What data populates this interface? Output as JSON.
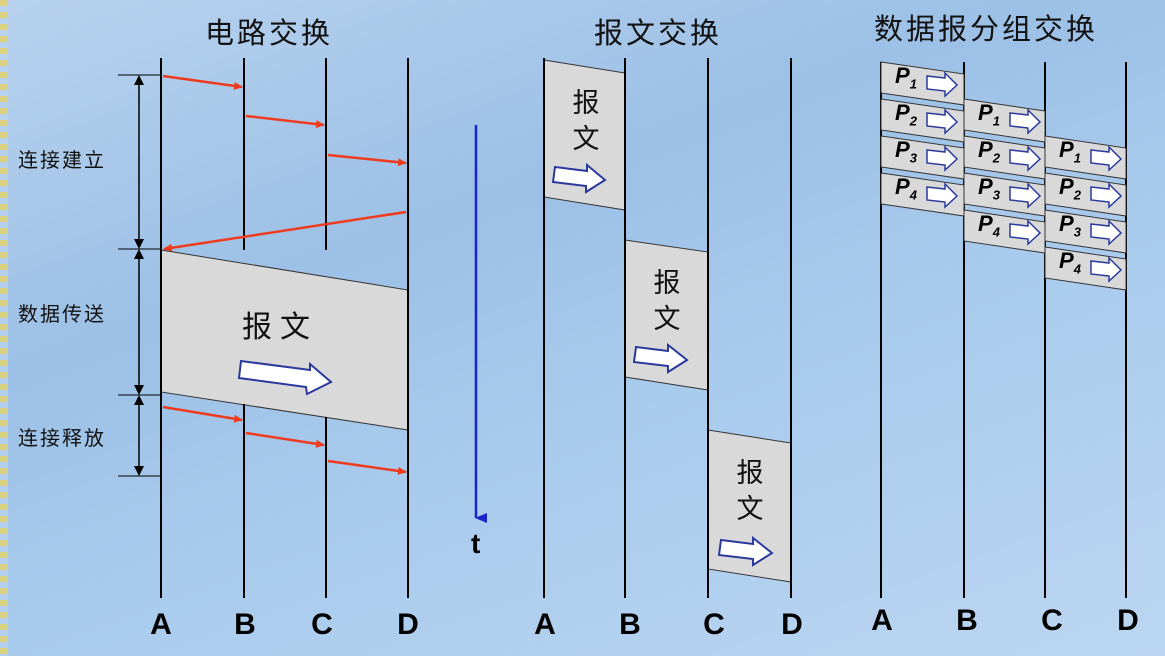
{
  "titles": {
    "circuit": "电路交换",
    "message": "报文交换",
    "datagram": "数据报分组交换"
  },
  "phases": {
    "setup": "连接建立",
    "transfer": "数据传送",
    "release": "连接释放"
  },
  "nodes": [
    "A",
    "B",
    "C",
    "D"
  ],
  "message_label": "报文",
  "message_chars": [
    "报",
    "文"
  ],
  "time_axis_label": "t",
  "packet_prefix": "P",
  "packets": [
    "1",
    "2",
    "3",
    "4"
  ],
  "colors": {
    "signal_arrow": "#f03a1e",
    "time_arrow": "#1a24c8",
    "block_fill": "#d9d9d9",
    "lines": "#000000"
  }
}
